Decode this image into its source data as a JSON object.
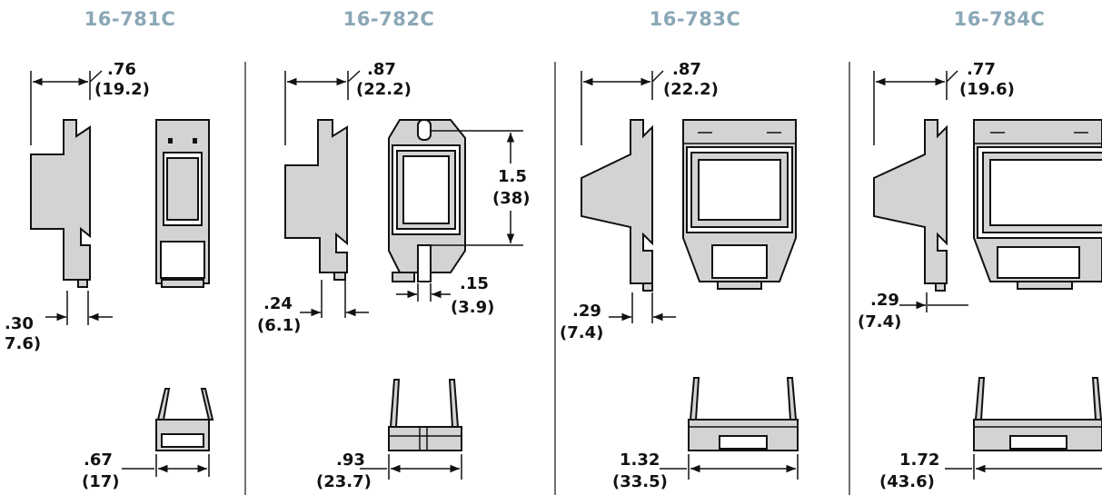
{
  "columns": [
    {
      "model": "16-781C",
      "height_dim": {
        "in": ".76",
        "mm": "(19.2)"
      },
      "depth_dim": {
        "in": ".30",
        "mm": "7.6)"
      },
      "width_dim": {
        "in": ".67",
        "mm": "(17)"
      }
    },
    {
      "model": "16-782C",
      "height_dim": {
        "in": ".87",
        "mm": "(22.2)"
      },
      "depth_dim": {
        "in": ".24",
        "mm": "(6.1)"
      },
      "width_dim": {
        "in": ".93",
        "mm": "(23.7)"
      },
      "span_dim": {
        "in": "1.5",
        "mm": "(38)"
      },
      "slot_dim": {
        "in": ".15",
        "mm": "(3.9)"
      }
    },
    {
      "model": "16-783C",
      "height_dim": {
        "in": ".87",
        "mm": "(22.2)"
      },
      "depth_dim": {
        "in": ".29",
        "mm": "(7.4)"
      },
      "width_dim": {
        "in": "1.32",
        "mm": "(33.5)"
      }
    },
    {
      "model": "16-784C",
      "height_dim": {
        "in": ".77",
        "mm": "(19.6)"
      },
      "depth_dim": {
        "in": ".29",
        "mm": "(7.4)"
      },
      "width_dim": {
        "in": "1.72",
        "mm": "(43.6)"
      }
    }
  ],
  "colors": {
    "title": "#8aa7b6",
    "part_fill": "#d3d3d3",
    "line": "#111111"
  }
}
